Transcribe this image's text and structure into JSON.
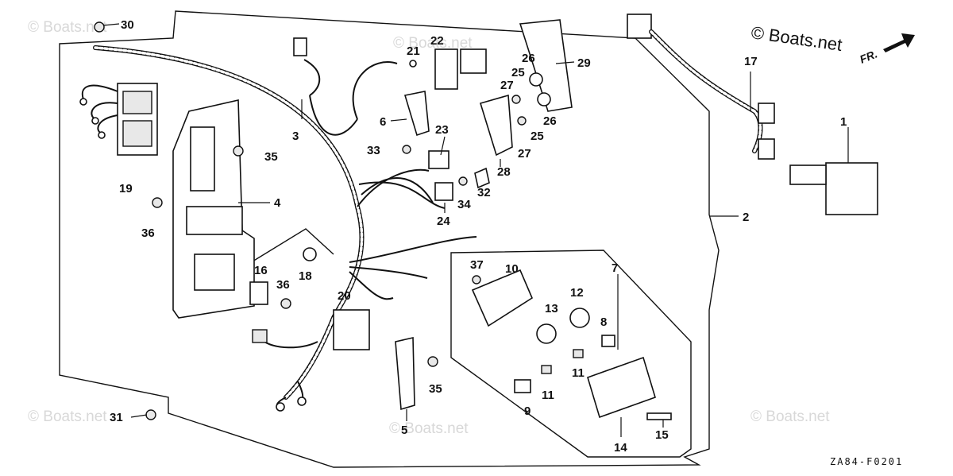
{
  "brand": "© Boats.net",
  "watermark": "© Boats.net",
  "diagram_code": "ZA84-F0201",
  "front_indicator": "FR.",
  "callouts": {
    "c1": "1",
    "c2": "2",
    "c3": "3",
    "c4": "4",
    "c5": "5",
    "c6": "6",
    "c7": "7",
    "c8": "8",
    "c9": "9",
    "c10": "10",
    "c11a": "11",
    "c11b": "11",
    "c12": "12",
    "c13": "13",
    "c14": "14",
    "c15": "15",
    "c16": "16",
    "c17": "17",
    "c18": "18",
    "c19": "19",
    "c20": "20",
    "c21": "21",
    "c22": "22",
    "c23": "23",
    "c24": "24",
    "c25a": "25",
    "c25b": "25",
    "c26a": "26",
    "c26b": "26",
    "c27a": "27",
    "c27b": "27",
    "c28": "28",
    "c29": "29",
    "c30": "30",
    "c31": "31",
    "c32": "32",
    "c33": "33",
    "c34": "34",
    "c35a": "35",
    "c35b": "35",
    "c36a": "36",
    "c36b": "36",
    "c37": "37"
  }
}
